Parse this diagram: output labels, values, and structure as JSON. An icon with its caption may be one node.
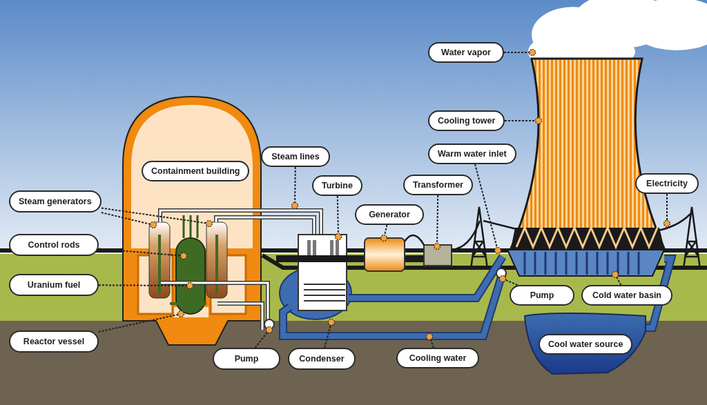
{
  "diagram": {
    "nodes": [
      {
        "text": [
          "Water vapor"
        ]
      },
      {
        "text": [
          "Cooling tower"
        ]
      },
      {
        "text": [
          "Steam lines"
        ]
      },
      {
        "text": [
          "Warm water inlet"
        ]
      },
      {
        "text": [
          "Containment building"
        ]
      },
      {
        "text": [
          "Turbine"
        ]
      },
      {
        "text": [
          "Transformer"
        ]
      },
      {
        "text": [
          "Electricity"
        ]
      },
      {
        "text": [
          "Steam generators"
        ]
      },
      {
        "text": [
          "Generator"
        ]
      },
      {
        "text": [
          "Control rods"
        ]
      },
      {
        "text": [
          "Uranium fuel"
        ]
      },
      {
        "text": [
          "Pump"
        ]
      },
      {
        "text": [
          "Cold water basin"
        ]
      },
      {
        "text": [
          "Reactor vessel"
        ]
      },
      {
        "text": [
          "Cool water source"
        ]
      },
      {
        "text": [
          "Pump"
        ]
      },
      {
        "text": [
          "Condenser"
        ]
      },
      {
        "text": [
          "Cooling water"
        ]
      }
    ],
    "edges": [
      {
        "from": 0,
        "to": null,
        "arrow": "other"
      },
      {
        "from": 1,
        "to": null,
        "arrow": "other"
      },
      {
        "from": 2,
        "to": null,
        "arrow": "other"
      },
      {
        "from": 3,
        "to": null,
        "arrow": "other"
      },
      {
        "from": 5,
        "to": null,
        "arrow": "other"
      },
      {
        "from": 6,
        "to": null,
        "arrow": "other"
      },
      {
        "from": 7,
        "to": null,
        "arrow": "other"
      },
      {
        "from": 8,
        "to": null,
        "arrow": "other"
      },
      {
        "from": 8,
        "to": null,
        "arrow": "other"
      },
      {
        "from": 9,
        "to": null,
        "arrow": "other"
      },
      {
        "from": 10,
        "to": null,
        "arrow": "other"
      },
      {
        "from": 11,
        "to": null,
        "arrow": "other"
      },
      {
        "from": 12,
        "to": null,
        "arrow": "other"
      },
      {
        "from": 13,
        "to": null,
        "arrow": "other"
      },
      {
        "from": 14,
        "to": null,
        "arrow": "other"
      },
      {
        "from": 16,
        "to": null,
        "arrow": "other"
      },
      {
        "from": 17,
        "to": null,
        "arrow": "other"
      },
      {
        "from": 18,
        "to": null,
        "arrow": "other"
      }
    ]
  }
}
